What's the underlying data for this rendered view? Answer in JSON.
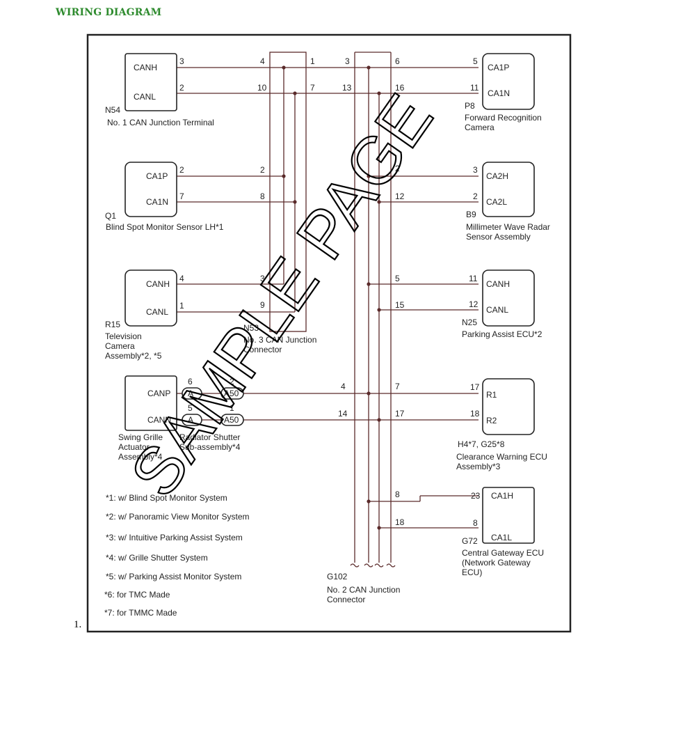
{
  "heading": "WIRING DIAGRAM",
  "list_number": "1.",
  "watermark": "SAMPLE PAGE",
  "colors": {
    "heading": "#2e8b2e",
    "line": "#5a2a2a",
    "text": "#222222"
  },
  "components": {
    "n54": {
      "id": "N54",
      "name": "No. 1 CAN Junction Terminal",
      "p1": "CANH",
      "p2": "CANL",
      "n1": "3",
      "n2": "2"
    },
    "q1": {
      "id": "Q1",
      "name": "Blind Spot Monitor Sensor LH*1",
      "p1": "CA1P",
      "p2": "CA1N",
      "n1": "2",
      "n2": "7"
    },
    "r15": {
      "id": "R15",
      "name1": "Television",
      "name2": "Camera",
      "name3": "Assembly*2, *5",
      "p1": "CANH",
      "p2": "CANL",
      "n1": "4",
      "n2": "1"
    },
    "swing": {
      "name1": "Swing Grille",
      "name2": "Actuator",
      "name3": "Assembly*4",
      "p1": "CANP",
      "p2": "CANN",
      "n1": "6",
      "n2": "5",
      "ca": "A",
      "cb": "A"
    },
    "radiator": {
      "name1": "Radiator Shutter",
      "name2": "Sub-assembly*4",
      "c1": "A50",
      "c2": "A50",
      "n1": "2",
      "n2": "1"
    },
    "n53": {
      "id": "N53",
      "name1": "No. 3 CAN Junction",
      "name2": "Connector",
      "left": [
        "4",
        "10",
        "2",
        "8",
        "3",
        "9"
      ],
      "right": [
        "1",
        "7"
      ]
    },
    "g102": {
      "id": "G102",
      "name1": "No. 2 CAN Junction",
      "name2": "Connector",
      "left": [
        "3",
        "13",
        "4",
        "14"
      ],
      "right": [
        "6",
        "16",
        "2",
        "12",
        "5",
        "15",
        "7",
        "17",
        "8",
        "18"
      ]
    },
    "p8": {
      "id": "P8",
      "name1": "Forward Recognition",
      "name2": "Camera",
      "p1": "CA1P",
      "p2": "CA1N",
      "n1": "5",
      "n2": "11"
    },
    "b9": {
      "id": "B9",
      "name1": "Millimeter Wave Radar",
      "name2": "Sensor Assembly",
      "p1": "CA2H",
      "p2": "CA2L",
      "n1": "3",
      "n2": "2"
    },
    "n25": {
      "id": "N25",
      "name": "Parking Assist ECU*2",
      "p1": "CANH",
      "p2": "CANL",
      "n1": "11",
      "n2": "12"
    },
    "h4": {
      "id": "H4*7, G25*8",
      "name1": "Clearance Warning ECU",
      "name2": "Assembly*3",
      "p1": "R1",
      "p2": "R2",
      "n1": "17",
      "n2": "18"
    },
    "g72": {
      "id": "G72",
      "name1": "Central Gateway ECU",
      "name2": "(Network Gateway",
      "name3": "ECU)",
      "p1": "CA1H",
      "p2": "CA1L",
      "n1": "23",
      "n2": "8"
    }
  },
  "notes": [
    "*1: w/ Blind Spot Monitor System",
    "*2: w/ Panoramic View Monitor System",
    "*3: w/ Intuitive Parking Assist System",
    "*4: w/ Grille Shutter System",
    "*5: w/ Parking Assist Monitor System",
    "*6: for TMC Made",
    "*7: for TMMC Made"
  ]
}
